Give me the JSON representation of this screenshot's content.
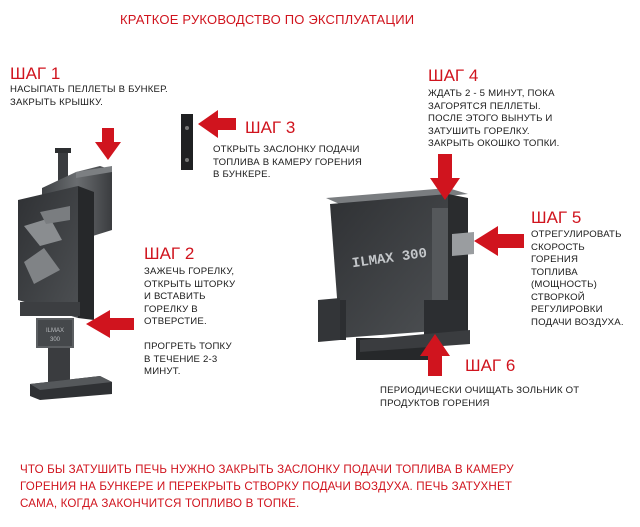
{
  "title": "КРАТКОЕ РУКОВОДСТВО ПО ЭКСПЛУАТАЦИИ",
  "steps": [
    {
      "label": "ШАГ 1",
      "text": "НАСЫПАТЬ ПЕЛЛЕТЫ В БУНКЕР.\nЗАКРЫТЬ КРЫШКУ."
    },
    {
      "label": "ШАГ 2",
      "text": "ЗАЖЕЧЬ ГОРЕЛКУ,\nОТКРЫТЬ ШТОРКУ\nИ ВСТАВИТЬ\nГОРЕЛКУ В\nОТВЕРСТИЕ.\n\nПРОГРЕТЬ ТОПКУ\nВ ТЕЧЕНИЕ 2-3\nМИНУТ."
    },
    {
      "label": "ШАГ 3",
      "text": "ОТКРЫТЬ ЗАСЛОНКУ ПОДАЧИ\nТОПЛИВА В КАМЕРУ ГОРЕНИЯ\nВ БУНКЕРЕ."
    },
    {
      "label": "ШАГ 4",
      "text": "ЖДАТЬ 2 - 5 МИНУТ, ПОКА\nЗАГОРЯТСЯ ПЕЛЛЕТЫ.\nПОСЛЕ ЭТОГО ВЫНУТЬ И\nЗАТУШИТЬ ГОРЕЛКУ.\nЗАКРЫТЬ ОКОШКО ТОПКИ."
    },
    {
      "label": "ШАГ 5",
      "text": "ОТРЕГУЛИРОВАТЬ\nСКОРОСТЬ\nГОРЕНИЯ\nТОПЛИВА\n(МОЩНОСТЬ)\nСТВОРКОЙ\nРЕГУЛИРОВКИ\nПОДАЧИ ВОЗДУХА."
    },
    {
      "label": "ШАГ 6",
      "text": "ПЕРИОДИЧЕСКИ ОЧИЩАТЬ ЗОЛЬНИК ОТ\nПРОДУКТОВ ГОРЕНИЯ"
    }
  ],
  "footer": "ЧТО БЫ ЗАТУШИТЬ ПЕЧЬ НУЖНО ЗАКРЫТЬ ЗАСЛОНКУ ПОДАЧИ ТОПЛИВА В КАМЕРУ\nГОРЕНИЯ НА БУНКЕРЕ И ПЕРЕКРЫТЬ СТВОРКУ ПОДАЧИ ВОЗДУХА. ПЕЧЬ ЗАТУХНЕТ\nСАМА, КОГДА ЗАКОНЧИТСЯ ТОПЛИВО В ТОПКЕ.",
  "product_marking": "ILMAX 300",
  "colors": {
    "accent": "#d0141e",
    "text": "#1a1a1a",
    "metal": "#5a5d60"
  }
}
